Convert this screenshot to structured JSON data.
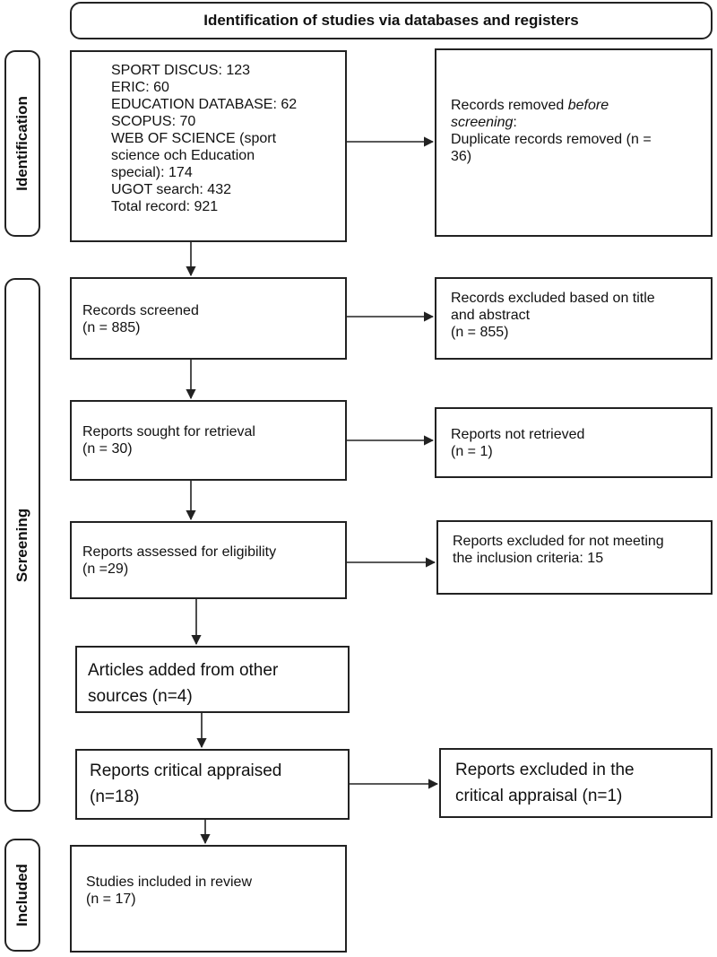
{
  "header": {
    "title": "Identification of studies via databases and registers"
  },
  "phases": {
    "identification": "Identification",
    "screening": "Screening",
    "included": "Included"
  },
  "identification_box": {
    "lines": [
      "SPORT DISCUS: 123",
      "ERIC: 60",
      "EDUCATION DATABASE: 62",
      "SCOPUS: 70",
      "WEB OF SCIENCE (sport",
      "science och Education",
      "special): 174",
      "UGOT search: 432",
      "Total record: 921"
    ]
  },
  "removed_box": {
    "line1_pre": "Records removed ",
    "line1_em": "before",
    "line2_em": "screening",
    "line2_post": ":",
    "line3": "Duplicate records removed (n =",
    "line4": "36)"
  },
  "screened_box": {
    "line1": "Records screened",
    "line2": "(n = 885)"
  },
  "excluded_title_box": {
    "line1": "Records excluded based on title",
    "line2": "and abstract",
    "line3": "(n = 855)"
  },
  "sought_box": {
    "line1": "Reports sought for retrieval",
    "line2": "(n = 30)"
  },
  "not_retrieved_box": {
    "line1": "Reports not retrieved",
    "line2": "(n = 1)"
  },
  "assessed_box": {
    "line1": "Reports assessed for eligibility",
    "line2": "(n =29)"
  },
  "excluded_criteria_box": {
    "line1": "Reports excluded for not meeting",
    "line2": "the inclusion criteria: 15"
  },
  "added_box": {
    "line1": "Articles added from other",
    "line2": "sources (n=4)"
  },
  "appraised_box": {
    "line1": "Reports critical appraised",
    "line2": "(n=18)"
  },
  "excluded_appraisal_box": {
    "line1": "Reports excluded in the",
    "line2": "critical appraisal (n=1)"
  },
  "included_box": {
    "line1": "Studies included in review",
    "line2": "(n = 17)"
  }
}
